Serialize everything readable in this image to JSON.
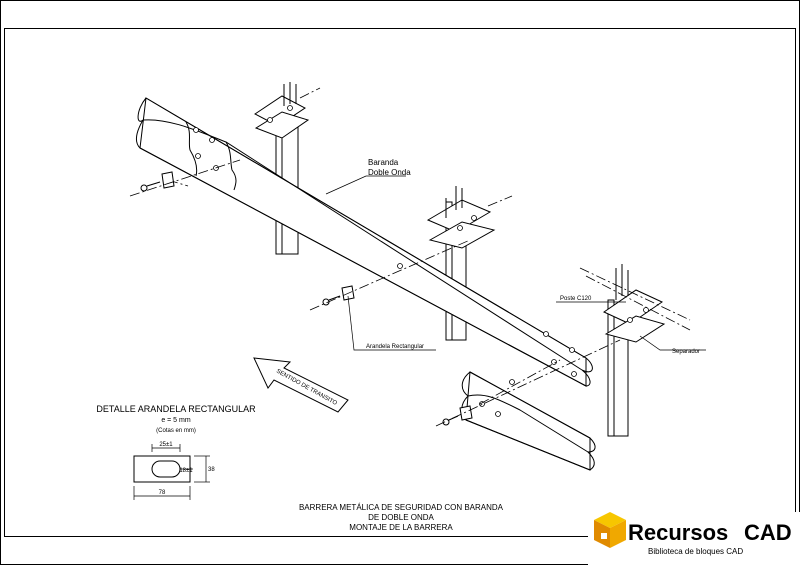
{
  "labels": {
    "baranda_1": "Baranda",
    "baranda_2": "Doble Onda",
    "poste": "Poste C120",
    "separador": "Separador",
    "arandela": "Arandela Rectangular",
    "sentido": "SENTIDO DE TRANSITO"
  },
  "detail": {
    "title": "DETALLE ARANDELA RECTANGULAR",
    "thickness": "e = 5 mm",
    "units": "(Cotas en mm)",
    "dim_top": "25±1",
    "dim_mid": "18±1",
    "dim_height": "38",
    "dim_width": "78"
  },
  "caption": {
    "line1": "BARRERA METÁLICA DE SEGURIDAD CON BARANDA",
    "line2": "DE DOBLE ONDA",
    "line3": "MONTAJE DE LA BARRERA"
  },
  "logo": {
    "brand_a": "Recursos",
    "brand_b": "CAD",
    "tagline": "Biblioteca de bloques CAD",
    "color_orange": "#f0a800",
    "color_dark": "#404040"
  }
}
